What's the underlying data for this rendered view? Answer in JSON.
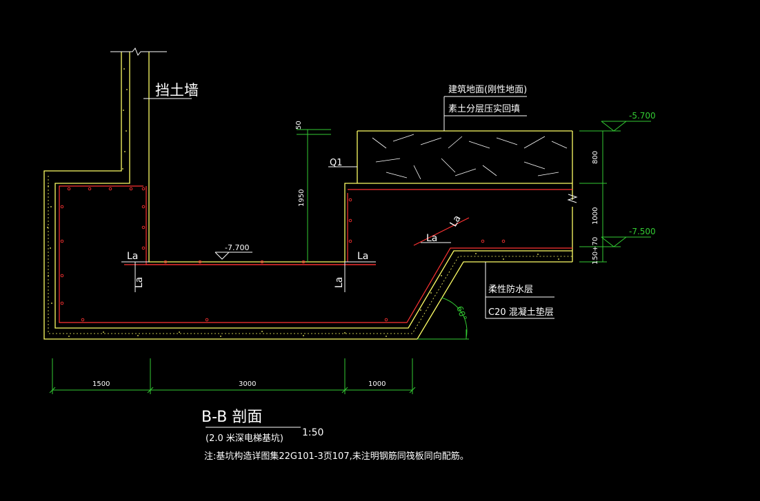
{
  "labels": {
    "retaining_wall": "挡土墙",
    "floor_title": "建筑地面(刚性地面)",
    "fill_note": "素土分层压实回填",
    "waterproof": "柔性防水层",
    "cushion": "C20 混凝土垫层",
    "section_title": "B-B  剖面",
    "scale": "1:50",
    "subtitle": "(2.0  米深电梯基坑)",
    "note": "注:基坑构造详图集22G101-3页107,未注明钢筋同筏板同向配筋。",
    "q1": "Q1",
    "la": "La",
    "angle": "60°"
  },
  "elevations": {
    "top": "-5.700",
    "right": "-7.500",
    "pit": "-7.700"
  },
  "dims_vertical": {
    "d50": "50",
    "d1950": "1950",
    "d800": "800",
    "d1000": "1000",
    "d150_70": "150+70"
  },
  "dims_horizontal": [
    "1500",
    "3000",
    "1000"
  ],
  "colors": {
    "background": "#000000",
    "wall_line": "#ffff66",
    "rebar": "#ff3333",
    "dim": "#33cc33",
    "text": "#ffffff"
  }
}
